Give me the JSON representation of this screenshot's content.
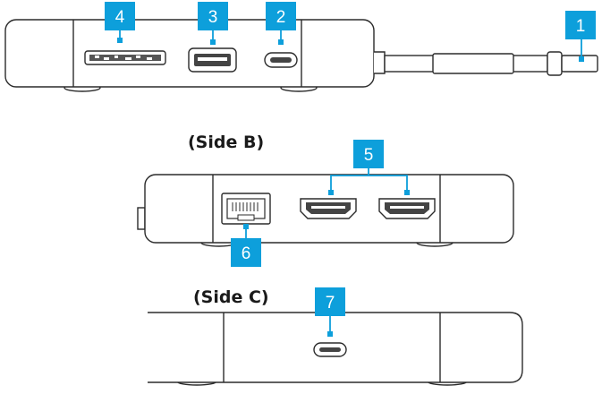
{
  "colors": {
    "callout": "#0d9fdb",
    "outline": "#2b2b2b",
    "body_fill": "#ffffff",
    "port_fill": "#444444"
  },
  "side_b": {
    "title": "(Side B)"
  },
  "side_c": {
    "title": "(Side C)"
  },
  "callouts": {
    "c1": "1",
    "c2": "2",
    "c3": "3",
    "c4": "4",
    "c5": "5",
    "c6": "6",
    "c7": "7"
  },
  "ports": {
    "c1": "usb-c-cable",
    "c2": "usb-c-port",
    "c3": "usb-a-port",
    "c4": "sd-card-slot",
    "c5": "hdmi-ports",
    "c6": "ethernet-port",
    "c7": "usb-c-power-port"
  }
}
